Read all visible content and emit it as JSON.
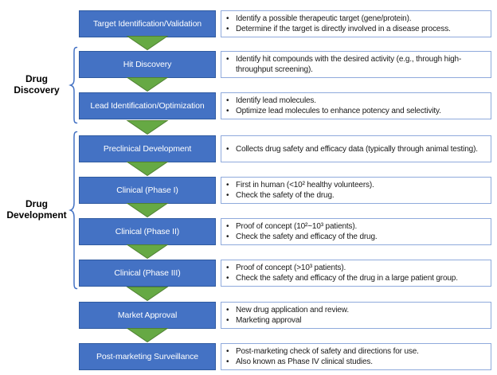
{
  "bullet_char": "•",
  "groups": {
    "discovery": {
      "line1": "Drug",
      "line2": "Discovery"
    },
    "development": {
      "line1": "Drug",
      "line2": "Development"
    }
  },
  "stages": [
    {
      "title": "Target Identification/Validation",
      "bullets": [
        "Identify a possible therapeutic target (gene/protein).",
        "Determine if the target is directly involved in a disease process."
      ]
    },
    {
      "title": "Hit Discovery",
      "bullets": [
        "Identify hit compounds with the desired activity (e.g., through high-throughput screening)."
      ]
    },
    {
      "title": "Lead Identification/Optimization",
      "bullets": [
        "Identify lead molecules.",
        "Optimize lead molecules to enhance potency and selectivity."
      ]
    },
    {
      "title": "Preclinical Development",
      "bullets": [
        "Collects drug safety and efficacy data (typically through animal testing)."
      ]
    },
    {
      "title": "Clinical (Phase I)",
      "bullets": [
        "First in human (<10² healthy volunteers).",
        "Check the safety of the drug."
      ]
    },
    {
      "title": "Clinical (Phase II)",
      "bullets": [
        "Proof of concept (10²~10³ patients).",
        "Check the safety and efficacy of the drug."
      ]
    },
    {
      "title": "Clinical (Phase III)",
      "bullets": [
        "Proof of concept (>10³ patients).",
        "Check the safety and efficacy of the drug in a large patient group."
      ]
    },
    {
      "title": "Market Approval",
      "bullets": [
        "New drug application and review.",
        "Marketing approval"
      ]
    },
    {
      "title": "Post-marketing Surveillance",
      "bullets": [
        "Post-marketing check of safety and directions for use.",
        "Also known as Phase IV clinical studies."
      ]
    }
  ],
  "colors": {
    "stage_fill": "#4472c4",
    "stage_border": "#2f5aa0",
    "stage_text": "#ffffff",
    "details_border": "#8faadc",
    "details_text": "#1a1a1a",
    "arrow_fill": "#66a944",
    "arrow_border": "#4f8033",
    "brace": "#4472c4"
  }
}
